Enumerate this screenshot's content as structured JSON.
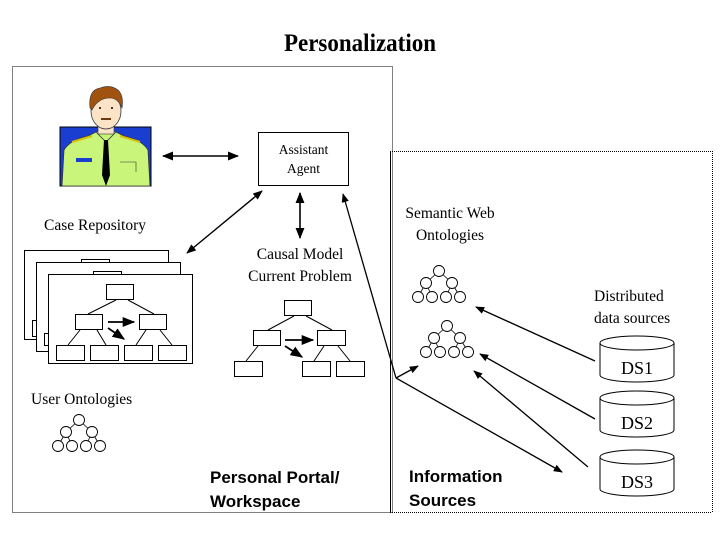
{
  "title": "Personalization",
  "regions": {
    "personal": {
      "label_line1": "Personal Portal/",
      "label_line2": "Workspace"
    },
    "information": {
      "label_line1": "Information",
      "label_line2": "Sources"
    }
  },
  "nodes": {
    "user": {
      "icon": "user-avatar-icon"
    },
    "assistant_agent": {
      "line1": "Assistant",
      "line2": "Agent"
    },
    "case_repository": {
      "label": "Case Repository"
    },
    "causal_model": {
      "line1": "Causal Model",
      "line2": "Current Problem"
    },
    "user_ontologies": {
      "label": "User Ontologies"
    },
    "semantic_web": {
      "line1": "Semantic Web",
      "line2": "Ontologies"
    },
    "distributed": {
      "line1": "Distributed",
      "line2": "data sources"
    },
    "data_sources": [
      {
        "label": "DS1"
      },
      {
        "label": "DS2"
      },
      {
        "label": "DS3"
      }
    ]
  },
  "colors": {
    "line": "#000000",
    "avatar_background": "#1a3fd0",
    "shirt": "#c8f57a",
    "hair": "#a0520f",
    "skin": "#fbe3c8"
  }
}
